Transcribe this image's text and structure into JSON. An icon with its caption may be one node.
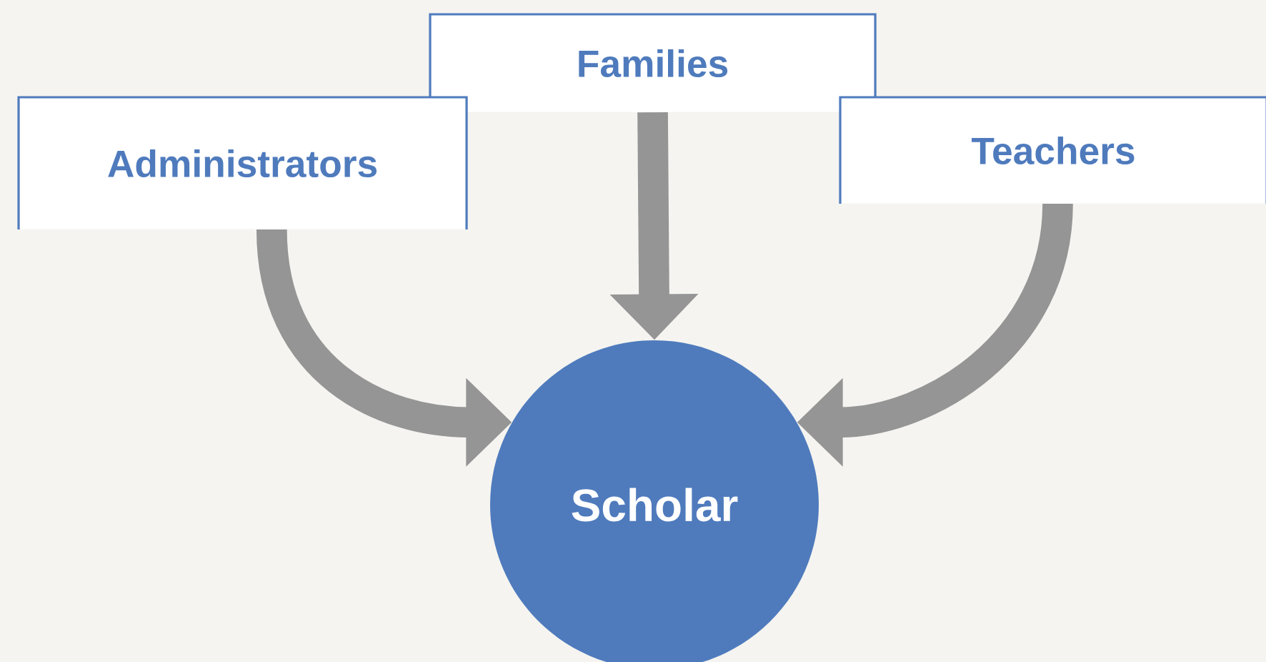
{
  "diagram": {
    "nodes": [
      {
        "text": [
          "Families"
        ]
      },
      {
        "text": [
          "Administrators"
        ]
      },
      {
        "text": [
          "Teachers"
        ]
      },
      {
        "text": [
          "Scholar"
        ]
      }
    ],
    "edges": [
      {
        "from": 1,
        "to": 3,
        "arrow": "to"
      },
      {
        "from": 0,
        "to": 3,
        "arrow": "to"
      },
      {
        "from": 2,
        "to": 3,
        "arrow": "to"
      }
    ]
  }
}
